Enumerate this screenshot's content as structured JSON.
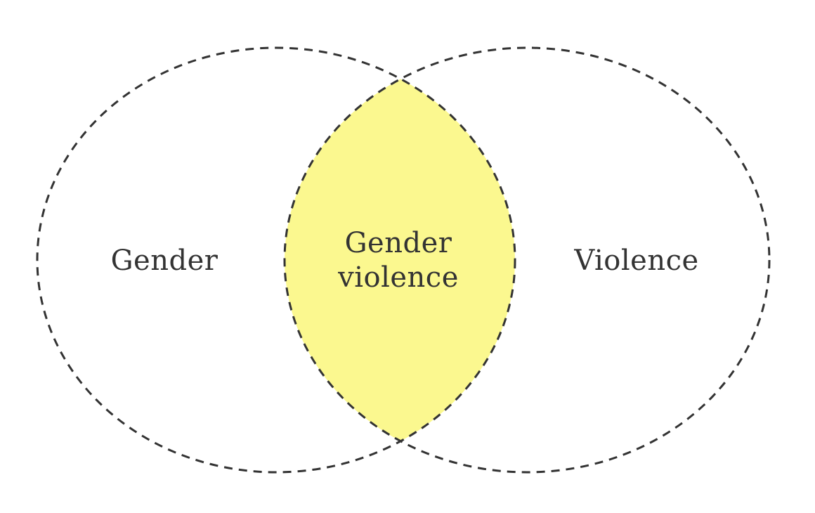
{
  "diagram": {
    "sets": [
      {
        "id": "left",
        "label": "Gender"
      },
      {
        "id": "right",
        "label": "Violence"
      }
    ],
    "intersection": {
      "lines": [
        "Gender",
        "violence"
      ],
      "fill_color": "#fbf88f"
    },
    "outline_color": "#333333",
    "outline_style": "dashed"
  }
}
